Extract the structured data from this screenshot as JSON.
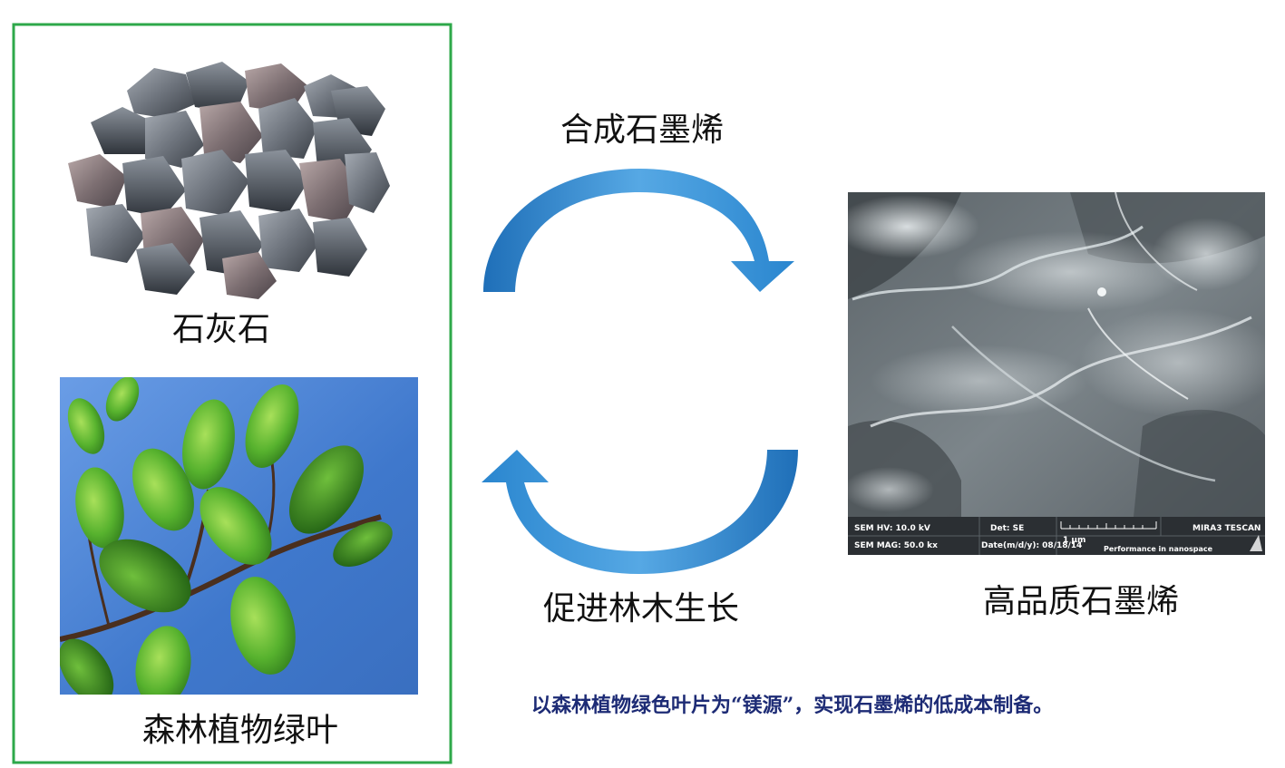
{
  "left_panel": {
    "limestone_label": "石灰石",
    "leaves_label": "森林植物绿叶"
  },
  "cycle": {
    "top_label": "合成石墨烯",
    "bottom_label": "促进林木生长"
  },
  "right_panel": {
    "graphene_label": "高品质石墨烯",
    "sem": {
      "hv": "SEM HV: 10.0 kV",
      "det": "Det: SE",
      "brand": "MIRA3 TESCAN",
      "mag": "SEM MAG: 50.0 kx",
      "date": "Date(m/d/y): 08/18/14",
      "scale": "1 μm",
      "slogan": "Performance in nanospace"
    }
  },
  "caption": "以森林植物绿色叶片为“镁源”，实现石墨烯的低成本制备。",
  "colors": {
    "frame_green": "#2ea84a",
    "arrow_blue": "#2f86c9",
    "caption_navy": "#1d2b75",
    "sky_blue": "#4a7fd0"
  }
}
